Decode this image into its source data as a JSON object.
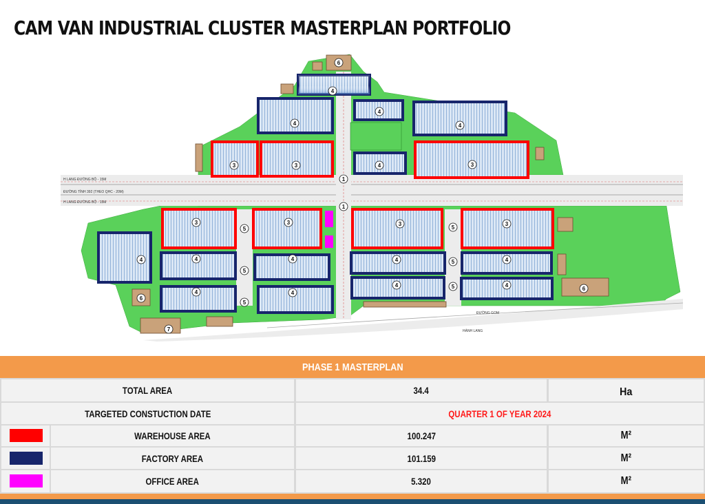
{
  "title": "CAM VAN INDUSTRIAL CLUSTER MASTERPLAN PORTFOLIO",
  "plan": {
    "road_labels": [
      "H LANG ĐƯỜNG BỘ - 15M",
      "ĐƯỜNG TỈNH 392 (THEO QHC - 20M)",
      "H LANG ĐƯỜNG BỘ - 15M",
      "ĐƯỜNG GOM",
      "HÀNH LANG"
    ],
    "lot_numbers": [
      "1",
      "3",
      "4",
      "5",
      "6",
      "7"
    ]
  },
  "phase_title": "PHASE 1 MASTERPLAN",
  "table": {
    "total_area": {
      "label": "TOTAL AREA",
      "value": "34.4",
      "unit": "Ha"
    },
    "construction": {
      "label": "TARGETED CONSTUCTION DATE",
      "value": "QUARTER 1 OF YEAR 2024"
    },
    "rows": [
      {
        "label": "WAREHOUSE AREA",
        "value": "100.247",
        "unit": "M²",
        "color": "#ff0000"
      },
      {
        "label": "FACTORY AREA",
        "value": "101.159",
        "unit": "M²",
        "color": "#17256b"
      },
      {
        "label": "OFFICE AREA",
        "value": "5.320",
        "unit": "M²",
        "color": "#ff00ff"
      }
    ]
  },
  "colors": {
    "orange": "#f39a4a",
    "green": "#5ad15a",
    "warehouse": "#ff0000",
    "factory": "#17256b",
    "office": "#ff00ff",
    "accent_text": "#ff1a1a",
    "footer_blue": "#1b4f72"
  }
}
